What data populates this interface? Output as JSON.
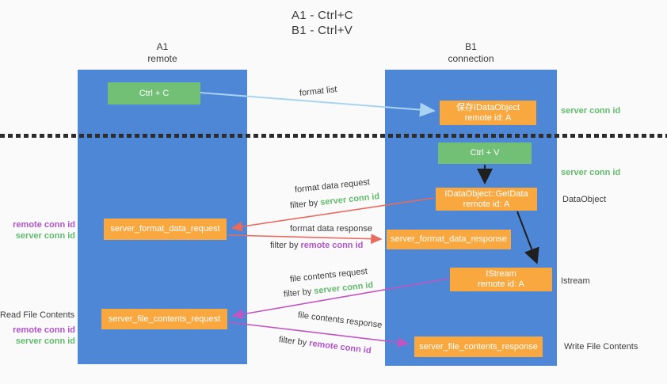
{
  "title": {
    "line1": "A1 - Ctrl+C",
    "line2": "B1 - Ctrl+V"
  },
  "columns": {
    "a1": {
      "id": "A1",
      "subtitle": "remote"
    },
    "b1": {
      "id": "B1",
      "subtitle": "connection"
    }
  },
  "nodes": {
    "ctrl_c": "Ctrl + C",
    "ctrl_v": "Ctrl + V",
    "save_idataobject": {
      "line1": "保存IDataObject",
      "line2": "remote id: A"
    },
    "getdata": {
      "line1": "IDataObject::GetData",
      "line2": "remote id: A"
    },
    "istream": {
      "line1": "IStream",
      "line2": "remote id: A"
    },
    "server_format_data_request": "server_format_data_request",
    "server_format_data_response": "server_format_data_response",
    "server_file_contents_request": "server_file_contents_request",
    "server_file_contents_response": "server_file_contents_response"
  },
  "arrow_labels": {
    "format_list": "format list",
    "format_data_request": "format data request",
    "format_data_response": "format data response",
    "file_contents_request": "file contents request",
    "file_contents_response": "file contents response",
    "filter_by": "filter by "
  },
  "annotations": {
    "server_conn_id": "server conn id",
    "remote_conn_id": "remote conn id",
    "read_file_contents": "Read File Contents",
    "write_file_contents": "Write File Contents",
    "dataobject": "DataObject",
    "istream_label": "Istream",
    "write_file": "Write File Contents"
  },
  "colors": {
    "column_blue": "#4d87d6",
    "node_green": "#72c075",
    "node_orange": "#f9a840",
    "arrow_lightblue": "#a9d3f1",
    "arrow_red": "#e96a5f",
    "arrow_magenta": "#c155c1",
    "arrow_black": "#1f1f1f",
    "text_green": "#62bb6d",
    "text_purple": "#b153cb",
    "background": "#fafafa"
  }
}
